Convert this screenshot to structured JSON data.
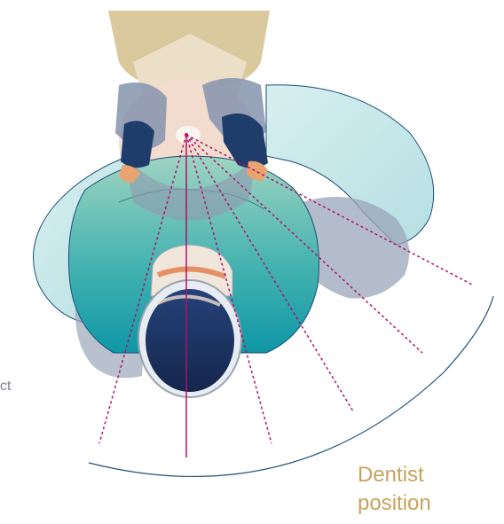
{
  "labels": {
    "position_line1": "Dentist",
    "position_line2": "position",
    "left_fragment": "ct"
  },
  "colors": {
    "chair": "#d9c99c",
    "chair_shadow": "#e8dcc0",
    "patient_skin": "#f2dccd",
    "dentist_gown_top": "#86c8b4",
    "dentist_gown_bottom": "#0f9aa9",
    "dentist_hair": "#1d2f5e",
    "sleeves": "#c7e8ea",
    "gloves": "#1f3d6b",
    "arc_line": "#1d4f78",
    "ray_color": "#b0106a",
    "label_color": "#c8a25c"
  }
}
